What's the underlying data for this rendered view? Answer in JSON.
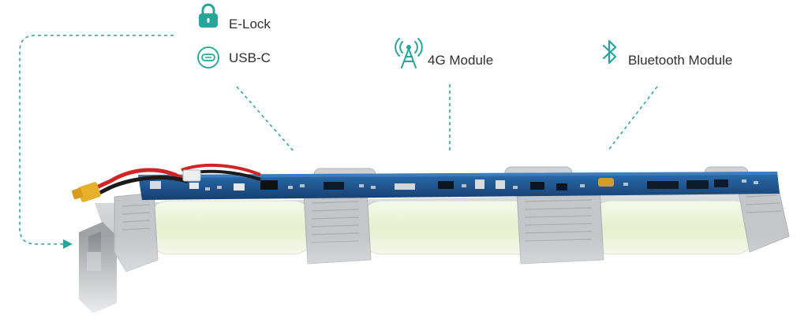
{
  "labels": {
    "elock": "E-Lock",
    "usbc": "USB-C",
    "module_4g": "4G Module",
    "bluetooth": "Bluetooth Module"
  },
  "icons": {
    "elock": "lock-icon",
    "usbc": "usb-c-icon",
    "module_4g": "antenna-signal-icon",
    "bluetooth": "bluetooth-icon"
  },
  "colors": {
    "accent": "#26a69a",
    "pcb": "#1f4f8a",
    "cell": "#eef3dc",
    "casing": "#c7c9cc",
    "text": "#2f2f2f"
  }
}
